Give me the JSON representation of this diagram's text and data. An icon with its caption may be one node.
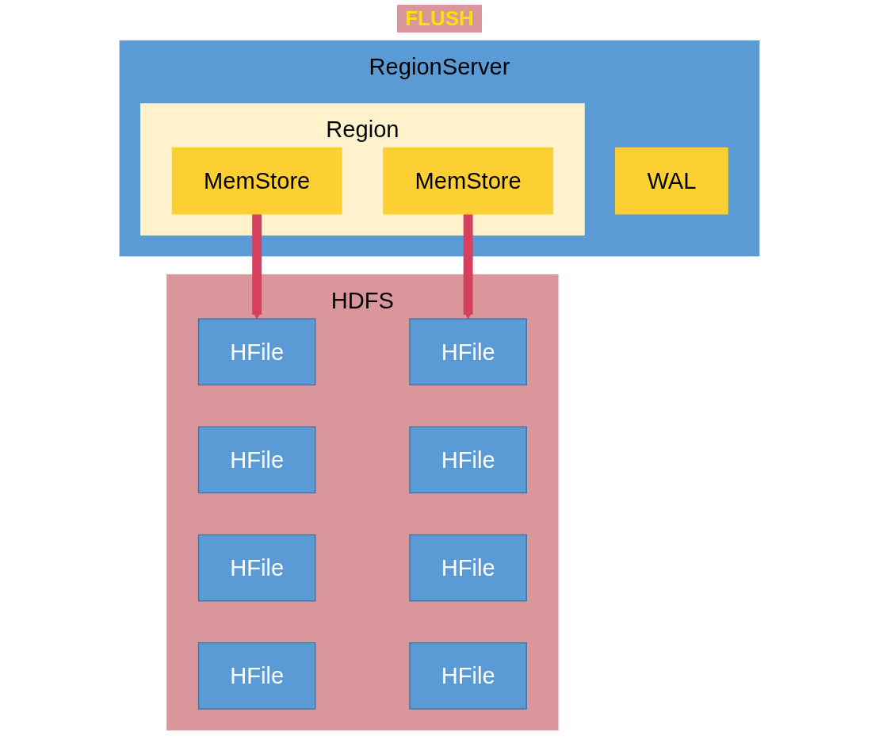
{
  "diagram": {
    "nodes": [
      {
        "text": [
          "RegionServer"
        ]
      },
      {
        "text": [
          "WAL"
        ],
        "in": 0
      },
      {
        "text": [
          "Region"
        ],
        "in": 0
      },
      {
        "text": [
          "MemStore"
        ],
        "in": 2
      },
      {
        "text": [
          "MemStore"
        ],
        "in": 2
      },
      {
        "text": [
          "HDFS"
        ]
      },
      {
        "text": [
          "HFile"
        ],
        "in": 5
      },
      {
        "text": [
          "HFile"
        ],
        "in": 5
      },
      {
        "text": [
          "HFile"
        ],
        "in": 5
      },
      {
        "text": [
          "HFile"
        ],
        "in": 5
      },
      {
        "text": [
          "HFile"
        ],
        "in": 5
      },
      {
        "text": [
          "HFile"
        ],
        "in": 5
      },
      {
        "text": [
          "HFile"
        ],
        "in": 5
      },
      {
        "text": [
          "HFile"
        ],
        "in": 5
      }
    ],
    "edges": [
      {
        "from": 3,
        "to": 6,
        "arrow": "to",
        "color": "#d6405f"
      },
      {
        "from": 4,
        "to": 10,
        "arrow": "to",
        "color": "#d6405f"
      }
    ],
    "labels": [
      "FLUSH"
    ]
  }
}
